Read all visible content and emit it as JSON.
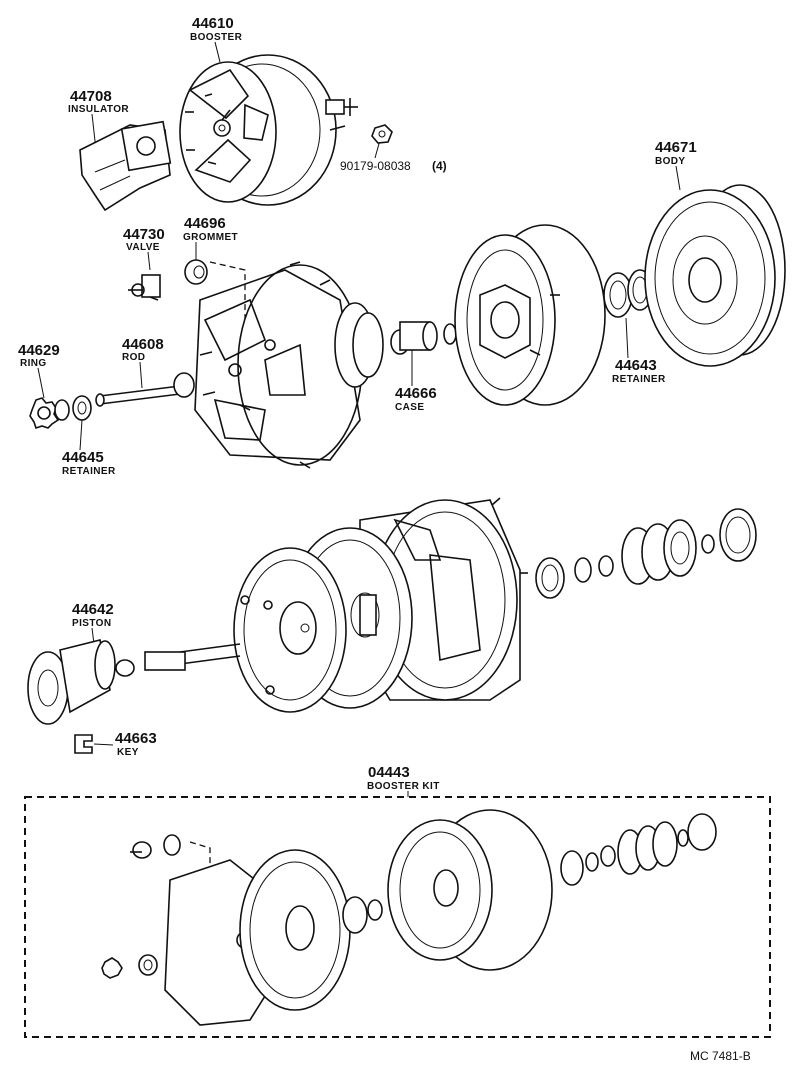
{
  "parts": {
    "booster": {
      "number": "44610",
      "name": "BOOSTER"
    },
    "insulator": {
      "number": "44708",
      "name": "INSULATOR"
    },
    "nut": {
      "number": "90179-08038",
      "qty": "(4)"
    },
    "body": {
      "number": "44671",
      "name": "BODY"
    },
    "valve": {
      "number": "44730",
      "name": "VALVE"
    },
    "grommet": {
      "number": "44696",
      "name": "GROMMET"
    },
    "ring": {
      "number": "44629",
      "name": "RING"
    },
    "rod": {
      "number": "44608",
      "name": "ROD"
    },
    "case": {
      "number": "44666",
      "name": "CASE"
    },
    "retainer_upper": {
      "number": "44643",
      "name": "RETAINER"
    },
    "retainer_lower": {
      "number": "44645",
      "name": "RETAINER"
    },
    "piston": {
      "number": "44642",
      "name": "PISTON"
    },
    "key": {
      "number": "44663",
      "name": "KEY"
    },
    "kit": {
      "number": "04443",
      "name": "BOOSTER KIT"
    }
  },
  "figure_code": "MC  7481-B"
}
